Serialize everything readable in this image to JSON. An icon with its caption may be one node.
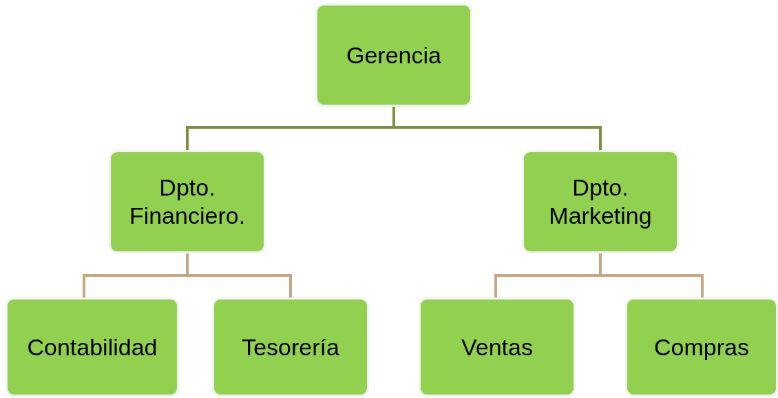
{
  "diagram": {
    "nodes": [
      {
        "text": [
          "Gerencia"
        ]
      },
      {
        "text": [
          "Dpto. Financiero."
        ]
      },
      {
        "text": [
          "Dpto. Marketing"
        ]
      },
      {
        "text": [
          "Contabilidad"
        ]
      },
      {
        "text": [
          "Tesorería"
        ]
      },
      {
        "text": [
          "Ventas"
        ]
      },
      {
        "text": [
          "Compras"
        ]
      }
    ],
    "edges": [
      {
        "from": 0,
        "to": 1,
        "arrow": "none",
        "color": "#77933c"
      },
      {
        "from": 0,
        "to": 2,
        "arrow": "none",
        "color": "#77933c"
      },
      {
        "from": 1,
        "to": 3,
        "arrow": "none"
      },
      {
        "from": 1,
        "to": 4,
        "arrow": "none"
      },
      {
        "from": 2,
        "to": 5,
        "arrow": "none"
      },
      {
        "from": 2,
        "to": 6,
        "arrow": "none"
      }
    ]
  }
}
